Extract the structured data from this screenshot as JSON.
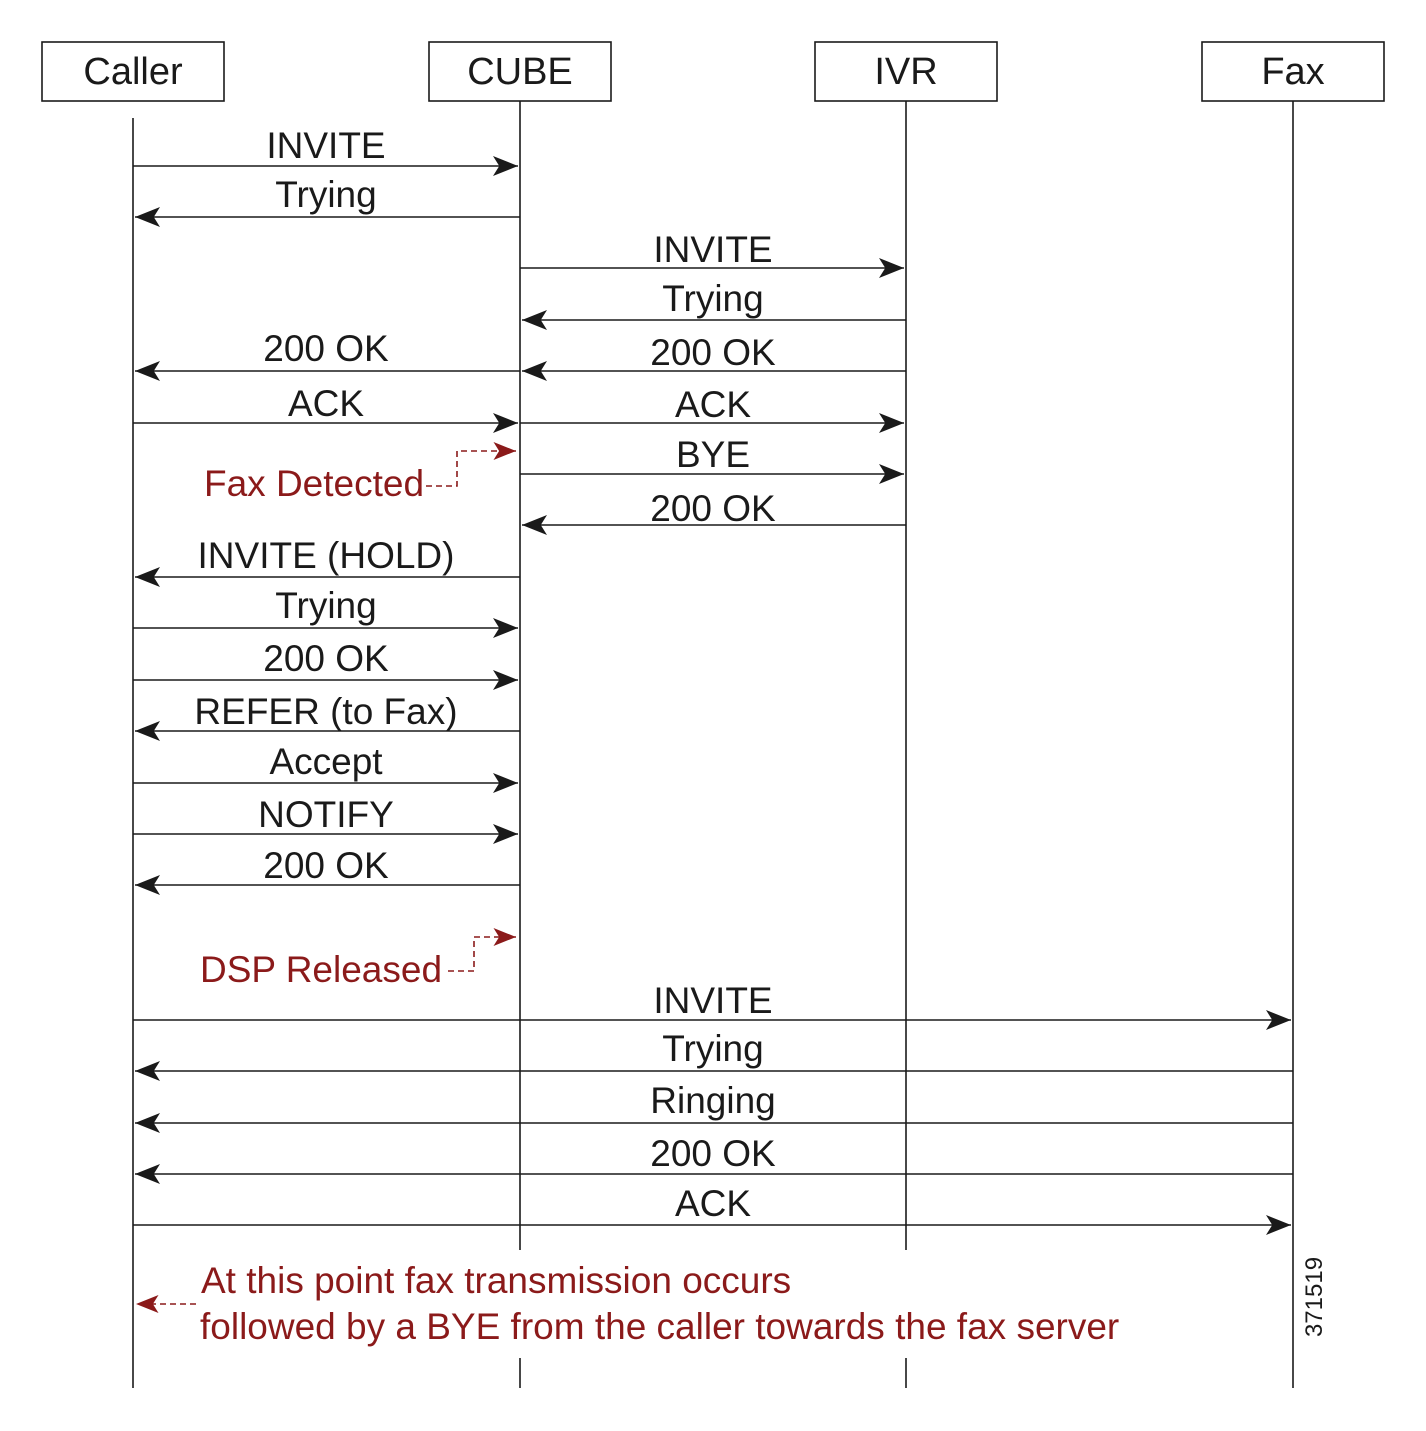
{
  "actors": [
    {
      "id": "caller",
      "label": "Caller"
    },
    {
      "id": "cube",
      "label": "CUBE"
    },
    {
      "id": "ivr",
      "label": "IVR"
    },
    {
      "id": "fax",
      "label": "Fax"
    }
  ],
  "messages": [
    {
      "from": "caller",
      "to": "cube",
      "label": "INVITE"
    },
    {
      "from": "cube",
      "to": "caller",
      "label": "Trying"
    },
    {
      "from": "cube",
      "to": "ivr",
      "label": "INVITE"
    },
    {
      "from": "ivr",
      "to": "cube",
      "label": "Trying"
    },
    {
      "from": "cube",
      "to": "caller",
      "label": "200 OK"
    },
    {
      "from": "ivr",
      "to": "cube",
      "label": "200 OK"
    },
    {
      "from": "caller",
      "to": "cube",
      "label": "ACK"
    },
    {
      "from": "cube",
      "to": "ivr",
      "label": "ACK"
    },
    {
      "from": "cube",
      "to": "ivr",
      "label": "BYE"
    },
    {
      "from": "ivr",
      "to": "cube",
      "label": "200 OK"
    },
    {
      "from": "cube",
      "to": "caller",
      "label": "INVITE (HOLD)"
    },
    {
      "from": "caller",
      "to": "cube",
      "label": "Trying"
    },
    {
      "from": "caller",
      "to": "cube",
      "label": "200 OK"
    },
    {
      "from": "cube",
      "to": "caller",
      "label": "REFER (to Fax)"
    },
    {
      "from": "caller",
      "to": "cube",
      "label": "Accept"
    },
    {
      "from": "caller",
      "to": "cube",
      "label": "NOTIFY"
    },
    {
      "from": "cube",
      "to": "caller",
      "label": "200 OK"
    },
    {
      "from": "caller",
      "to": "fax",
      "label": "INVITE"
    },
    {
      "from": "fax",
      "to": "caller",
      "label": "Trying"
    },
    {
      "from": "fax",
      "to": "caller",
      "label": "Ringing"
    },
    {
      "from": "fax",
      "to": "caller",
      "label": "200 OK"
    },
    {
      "from": "caller",
      "to": "fax",
      "label": "ACK"
    }
  ],
  "notes": {
    "fax_detected": "Fax Detected",
    "dsp_released": "DSP Released",
    "final_line1": "At this point fax transmission occurs",
    "final_line2": "followed by a BYE from the caller towards the fax server"
  },
  "figure_id": "371519",
  "colors": {
    "line": "#1a1a1a",
    "note": "#8b1a1a",
    "background": "#ffffff"
  }
}
